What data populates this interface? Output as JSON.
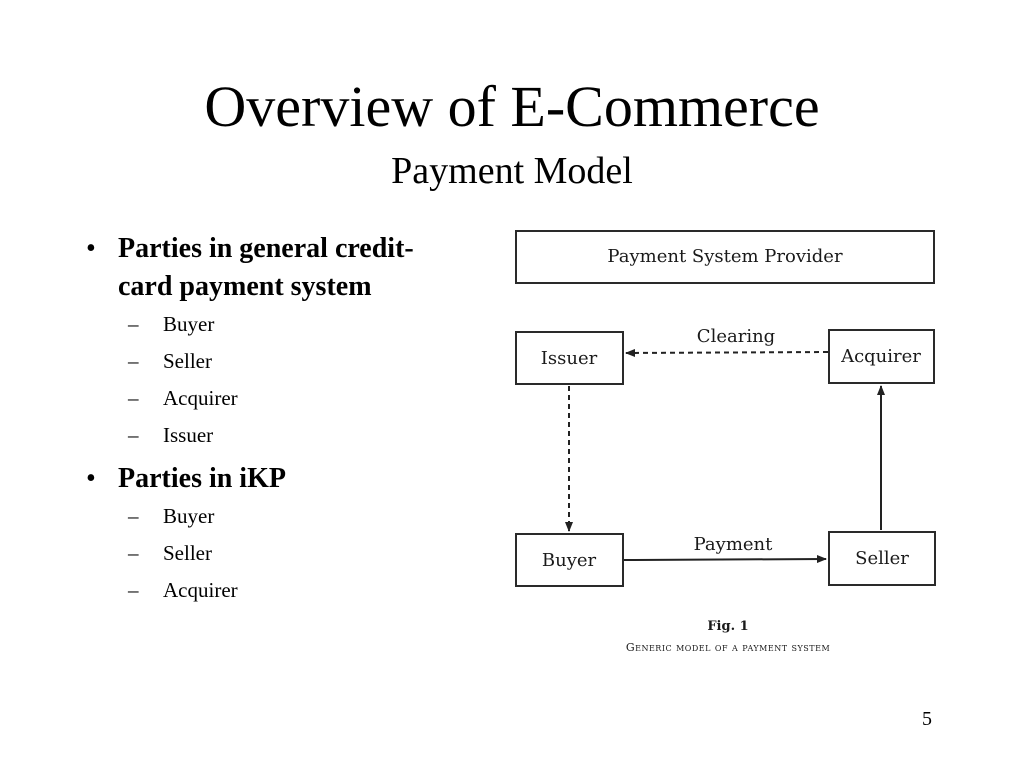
{
  "title": "Overview of E-Commerce",
  "subtitle": "Payment Model",
  "bullets": [
    {
      "text": "Parties in general credit-card payment system",
      "line1": "Parties in general credit-",
      "line2": "card payment system",
      "sub": [
        "Buyer",
        "Seller",
        "Acquirer",
        "Issuer"
      ]
    },
    {
      "text": "Parties in iKP",
      "sub": [
        "Buyer",
        "Seller",
        "Acquirer"
      ]
    }
  ],
  "bullet_glyph": "•",
  "dash_glyph": "–",
  "diagram": {
    "provider": "Payment System Provider",
    "issuer": "Issuer",
    "acquirer": "Acquirer",
    "buyer": "Buyer",
    "seller": "Seller",
    "clearing_label": "Clearing",
    "payment_label": "Payment",
    "fig_number": "Fig. 1",
    "caption": "Generic model of a payment system"
  },
  "page_number": "5"
}
